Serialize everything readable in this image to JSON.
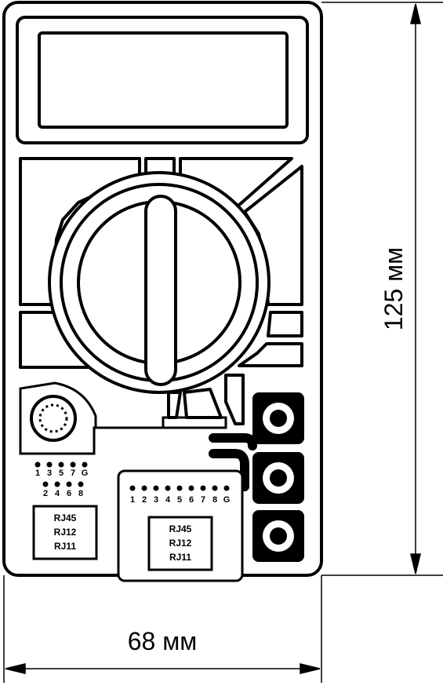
{
  "dimensions": {
    "height_label": "125 мм",
    "width_label": "68 мм"
  },
  "left_connector": {
    "top_pins": [
      "1",
      "3",
      "5",
      "7",
      "G"
    ],
    "bottom_pins": [
      "2",
      "4",
      "6",
      "8"
    ],
    "labels": [
      "RJ45",
      "RJ12",
      "RJ11"
    ]
  },
  "center_connector": {
    "pins": [
      "1",
      "2",
      "3",
      "4",
      "5",
      "6",
      "7",
      "8",
      "G"
    ],
    "labels": [
      "RJ45",
      "RJ12",
      "RJ11"
    ]
  },
  "colors": {
    "stroke": "#000000",
    "background": "#ffffff"
  }
}
